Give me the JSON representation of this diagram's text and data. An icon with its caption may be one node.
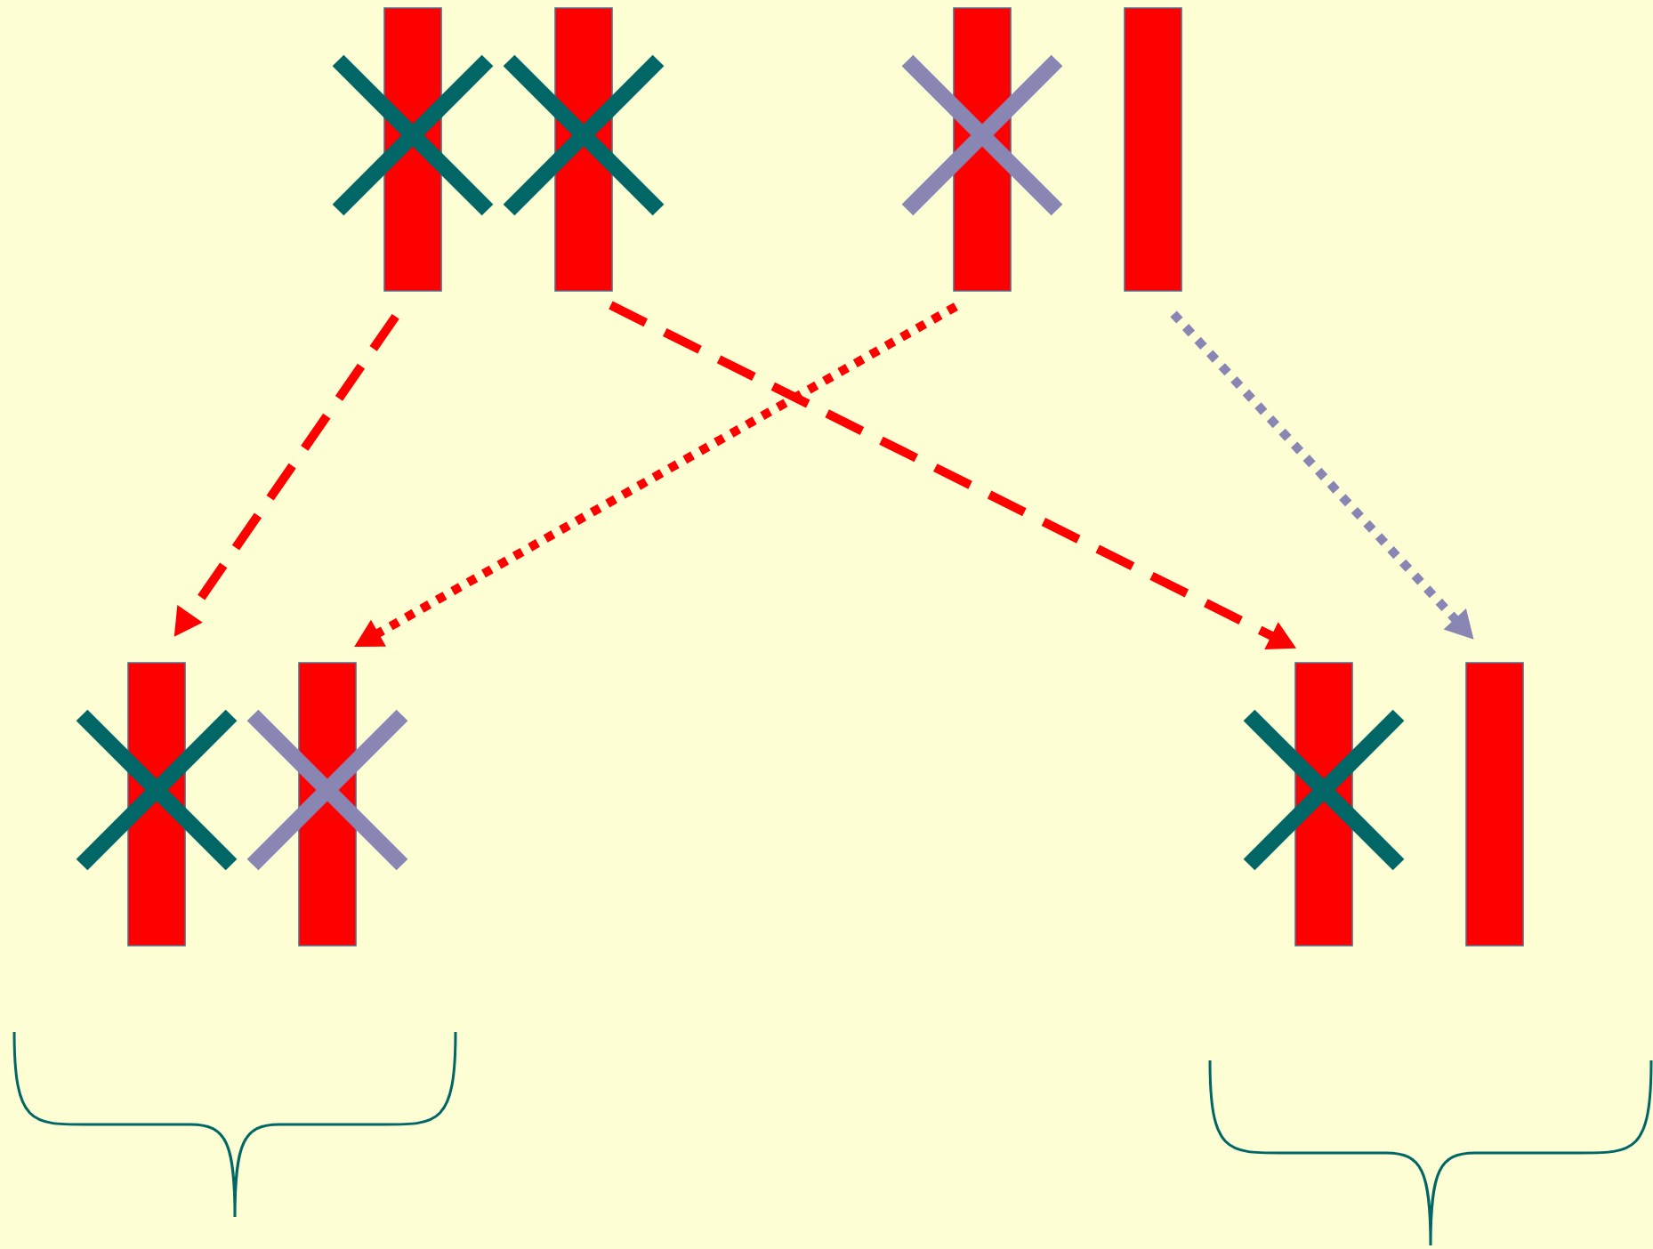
{
  "diagram": {
    "nodes": [
      {
        "text": [],
        "shape": "bar"
      },
      {
        "text": [],
        "shape": "bar"
      },
      {
        "text": [],
        "shape": "bar"
      },
      {
        "text": [],
        "shape": "bar"
      },
      {
        "text": [],
        "shape": "bar"
      },
      {
        "text": [],
        "shape": "bar"
      },
      {
        "text": [],
        "shape": "bar"
      },
      {
        "text": [],
        "shape": "bar"
      }
    ],
    "edges": [
      {
        "from": 0,
        "to": 4,
        "arrow": "to",
        "style": "dashed"
      },
      {
        "from": 1,
        "to": 6,
        "arrow": "to",
        "style": "dashed"
      },
      {
        "from": 2,
        "to": 5,
        "arrow": "to"
      },
      {
        "from": 3,
        "to": 7,
        "arrow": "to",
        "color": "#8a86b4"
      }
    ]
  }
}
